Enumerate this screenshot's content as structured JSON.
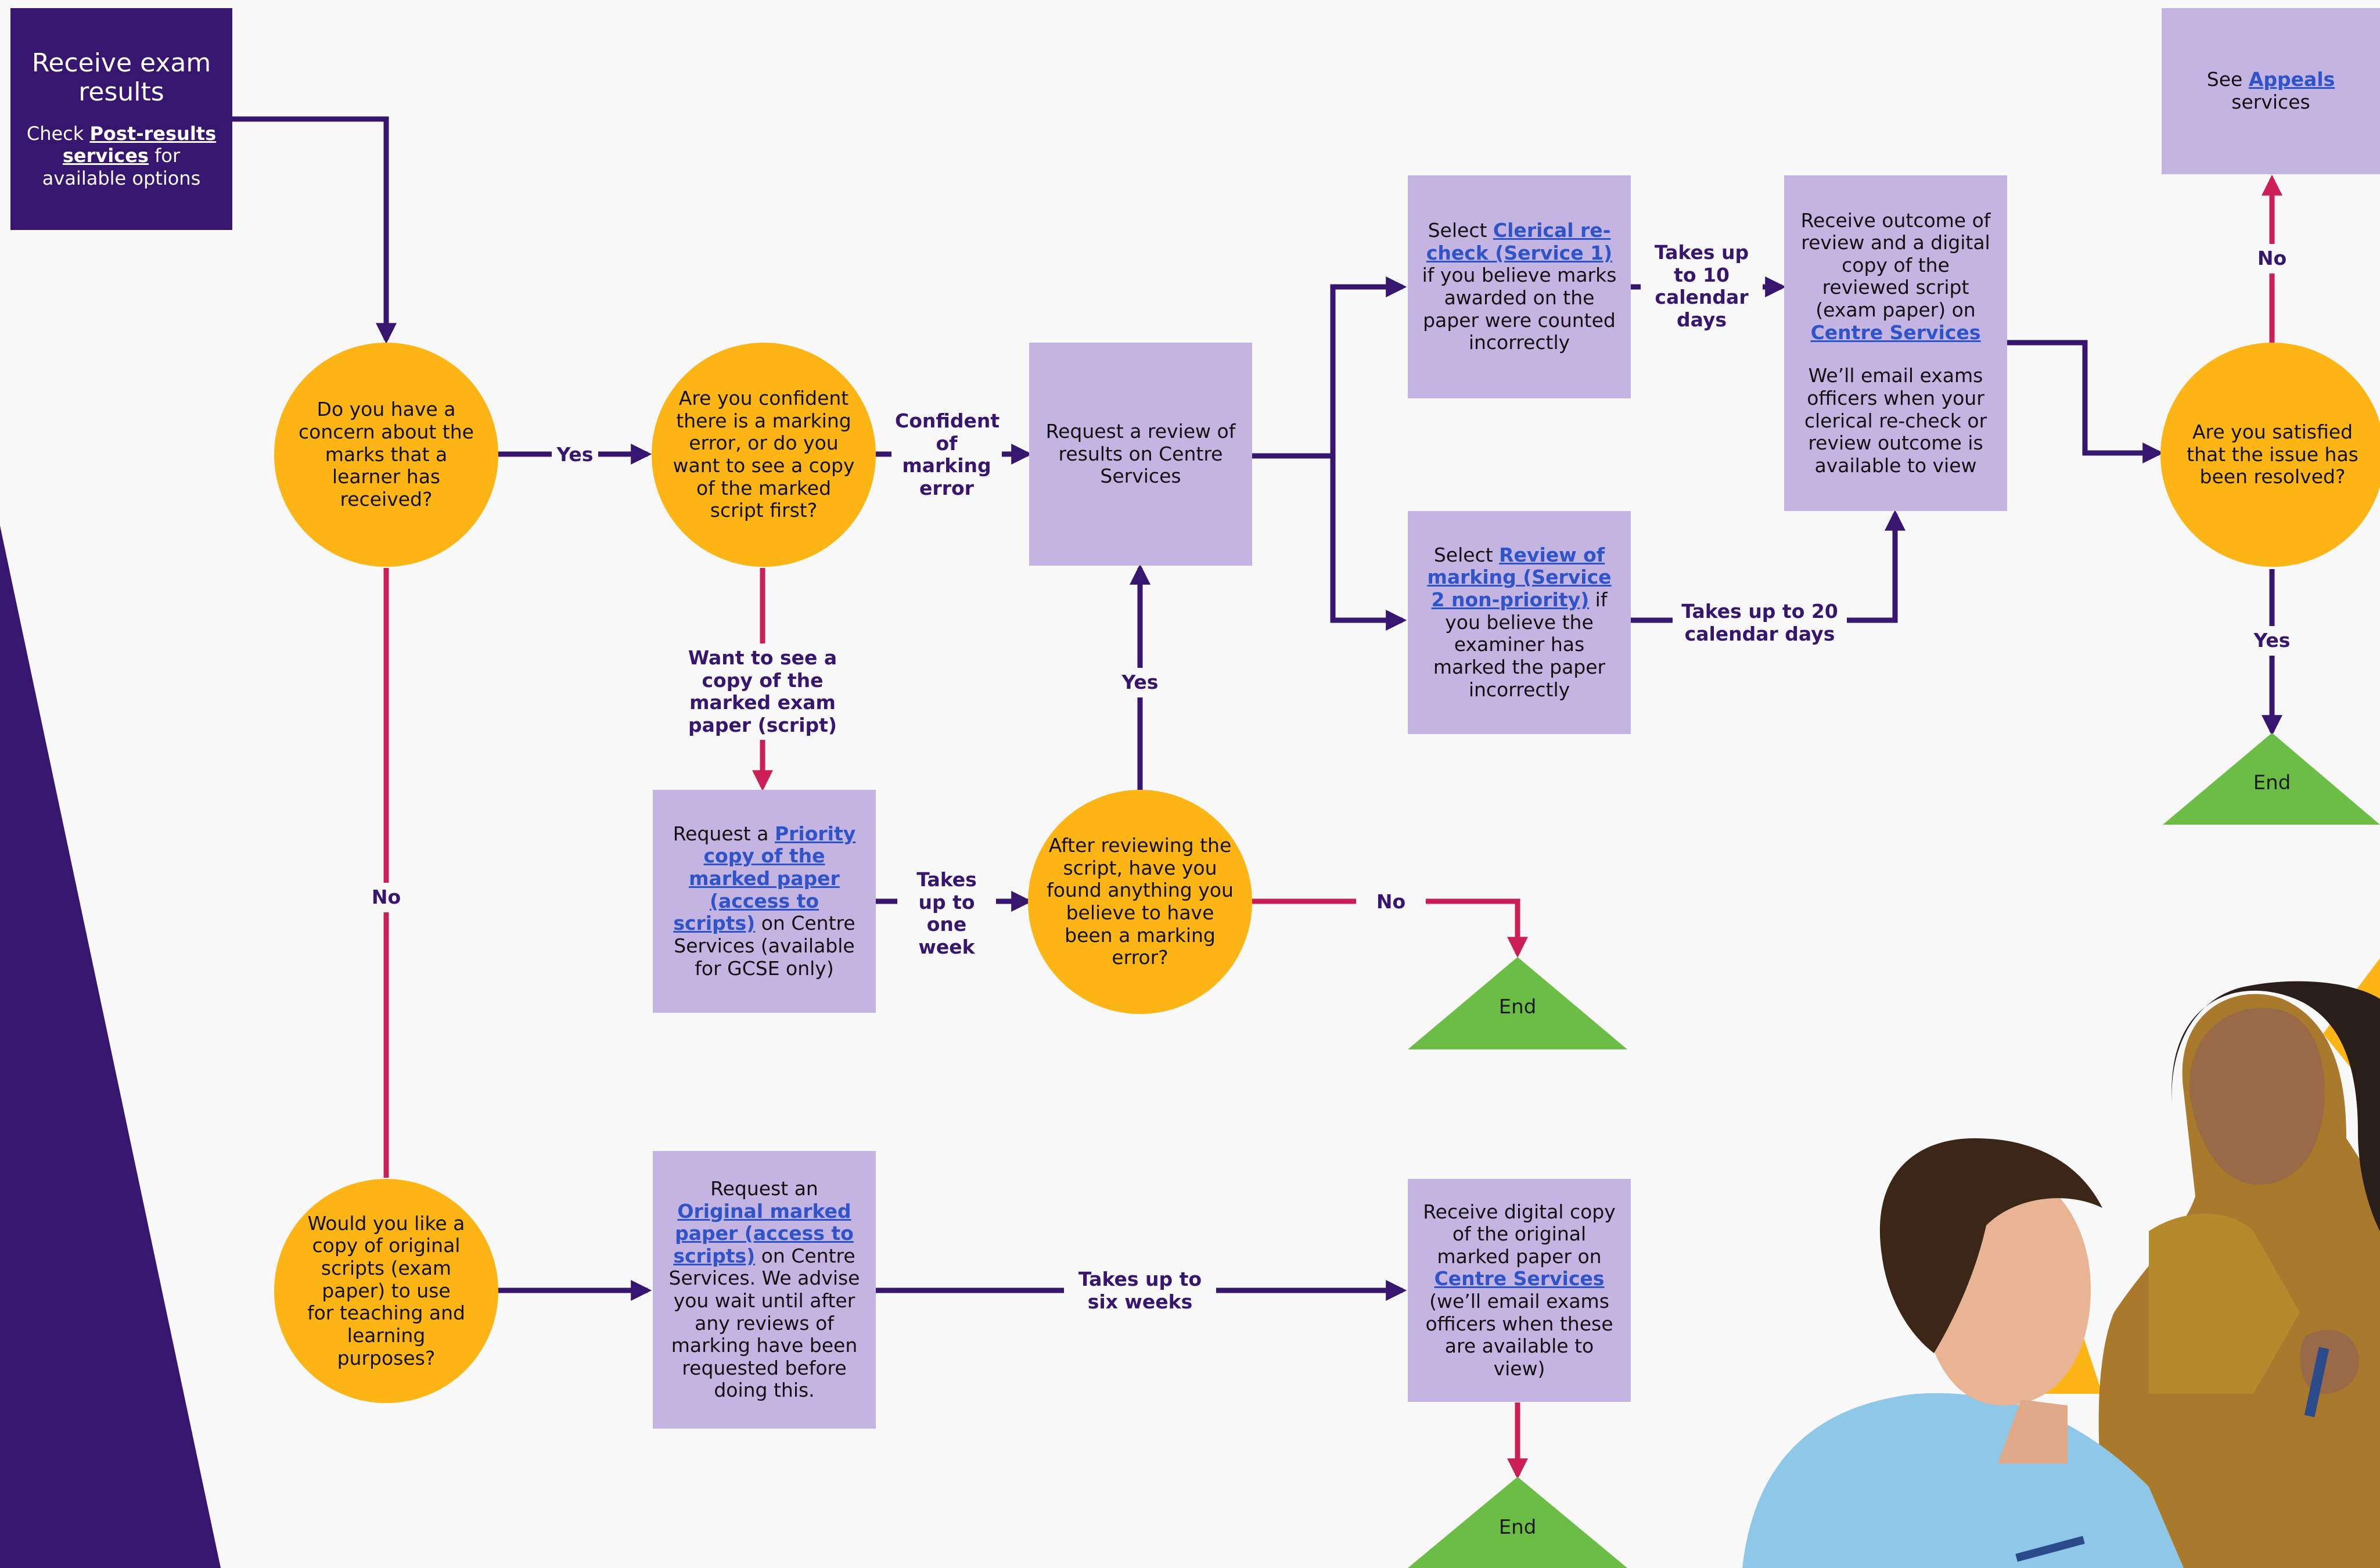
{
  "colors": {
    "background": "#f8f8f8",
    "dark_purple": "#371670",
    "lilac_box": "#c4b4e2",
    "decision_yellow": "#fdb515",
    "end_green": "#6bbd45",
    "no_path_red": "#cc1f56",
    "link_blue": "#2f53c9"
  },
  "start": {
    "title": "Receive exam results",
    "check_prefix": "Check ",
    "check_link": "Post-results services",
    "check_suffix": " for available options"
  },
  "decisions": {
    "concern": "Do you have a concern about the marks that a learner has received?",
    "confident": "Are you confident there is a marking error, or do you want to see a copy of the marked script first?",
    "after_review": "After reviewing the script, have you found anything you believe to have been a marking error?",
    "copy_for_teaching": "Would you like a copy of original scripts (exam paper) to use for teaching and learning purposes?",
    "satisfied": "Are you satisfied that the issue has been resolved?"
  },
  "boxes": {
    "request_review": "Request a review of results on Centre Services",
    "clerical": {
      "prefix": "Select ",
      "link": "Clerical re-check (Service 1)",
      "suffix": " if you believe marks awarded on the paper were counted incorrectly"
    },
    "review_marking": {
      "prefix": "Select ",
      "link": "Review of marking (Service 2 non-priority)",
      "suffix": " if you believe the examiner has marked the paper incorrectly"
    },
    "outcome": {
      "prefix": "Receive outcome of review and a digital copy of the reviewed script (exam paper) on ",
      "link": "Centre Services",
      "note": "We’ll email exams officers when your clerical re-check or review outcome is available to view"
    },
    "appeals": {
      "prefix": "See ",
      "link": "Appeals",
      "suffix": " services"
    },
    "priority_copy": {
      "prefix": "Request a ",
      "link": "Priority copy of the marked paper (access to scripts)",
      "suffix": " on Centre Services (available for GCSE only)"
    },
    "original_paper": {
      "prefix": "Request an ",
      "link": "Original marked paper (access to scripts)",
      "suffix": " on Centre Services. We advise you wait until after any reviews of marking have been requested before doing this."
    },
    "receive_digital": {
      "prefix": "Receive digital copy of the original marked paper on ",
      "link": "Centre Services",
      "suffix": " (we’ll email exams officers when these are available to view)"
    }
  },
  "ends": {
    "label": "End"
  },
  "edge_labels": {
    "yes_concern": "Yes",
    "no_concern": "No",
    "confident_marking": "Confident of marking error",
    "want_to_see": "Want to see a copy of the marked exam paper (script)",
    "one_week": "Takes up to one week",
    "yes_after": "Yes",
    "no_after": "No",
    "ten_days": "Takes up to 10 calendar days",
    "twenty_days": "Takes up to 20 calendar days",
    "no_satisfied": "No",
    "yes_satisfied": "Yes",
    "six_weeks": "Takes up to six weeks"
  },
  "photo": {
    "description_icon": "students-photo"
  }
}
